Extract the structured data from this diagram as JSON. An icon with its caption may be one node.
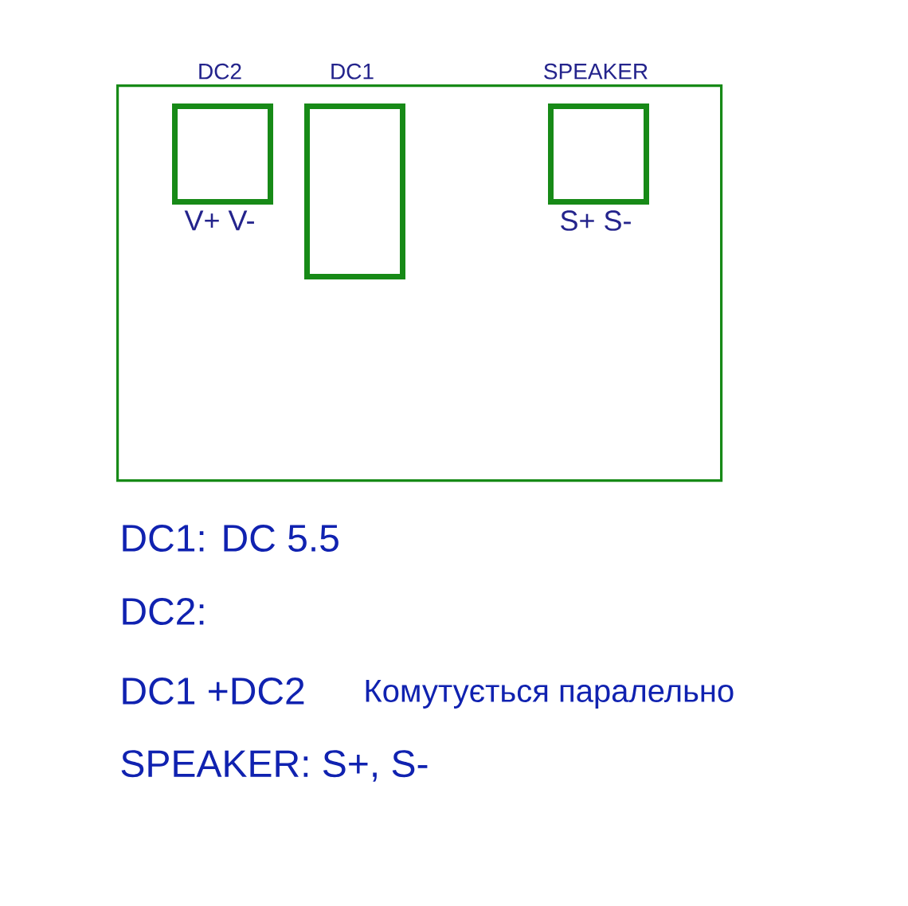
{
  "diagram": {
    "nodes": [
      {
        "text": [],
        "shape": "box"
      },
      {
        "text": [
          "DC2"
        ],
        "beside": [
          "V+ V-"
        ],
        "in": 0
      },
      {
        "text": [
          "DC1"
        ],
        "in": 0
      },
      {
        "text": [
          "SPEAKER"
        ],
        "beside": [
          "S+ S-"
        ],
        "in": 0
      }
    ],
    "labels": [
      "DC1:  DC 5.5",
      "DC2:",
      "DC1 +DC2",
      "Комутується паралельно",
      "SPEAKER:  S+,  S-"
    ]
  }
}
